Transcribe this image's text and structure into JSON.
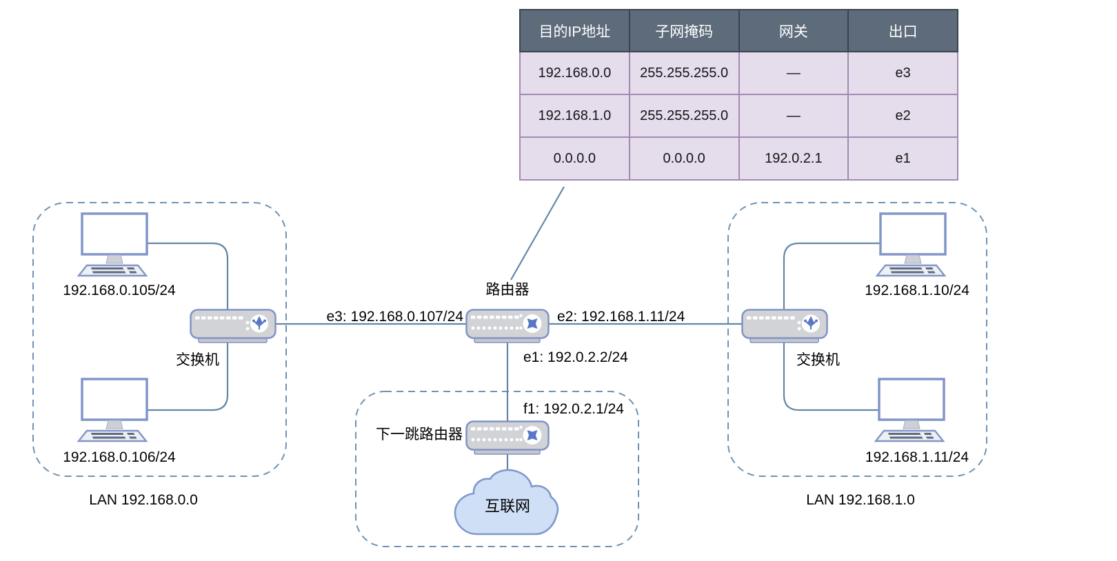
{
  "routing_table": {
    "headers": [
      "目的IP地址",
      "子网掩码",
      "网关",
      "出口"
    ],
    "rows": [
      {
        "dest": "192.168.0.0",
        "mask": "255.255.255.0",
        "gateway": "—",
        "iface": "e3"
      },
      {
        "dest": "192.168.1.0",
        "mask": "255.255.255.0",
        "gateway": "—",
        "iface": "e2"
      },
      {
        "dest": "0.0.0.0",
        "mask": "0.0.0.0",
        "gateway": "192.0.2.1",
        "iface": "e1"
      }
    ]
  },
  "labels": {
    "router": "路由器",
    "next_hop_router": "下一跳路由器",
    "internet": "互联网",
    "switch_left": "交换机",
    "switch_right": "交换机",
    "lan_left": "LAN 192.168.0.0",
    "lan_right": "LAN 192.168.1.0"
  },
  "interfaces": {
    "e3": "e3: 192.168.0.107/24",
    "e2": "e2: 192.168.1.11/24",
    "e1": "e1: 192.0.2.2/24",
    "f1": "f1: 192.0.2.1/24"
  },
  "hosts": {
    "host1": "192.168.0.105/24",
    "host2": "192.168.0.106/24",
    "host3": "192.168.1.10/24",
    "host4": "192.168.1.11/24"
  },
  "colors": {
    "link_line": "#6286a8",
    "dashed_boundary": "#6e92b4",
    "table_header_bg": "#5d6b7a",
    "table_header_border": "#3a434f",
    "table_body_bg": "#e5dcec",
    "table_body_border": "#a289b2",
    "device_fill": "#d2d3d6",
    "device_stroke": "#8193c6",
    "icon_blue": "#5a77c5",
    "cloud_fill": "#cfdff5",
    "cloud_stroke": "#7e99cc"
  }
}
